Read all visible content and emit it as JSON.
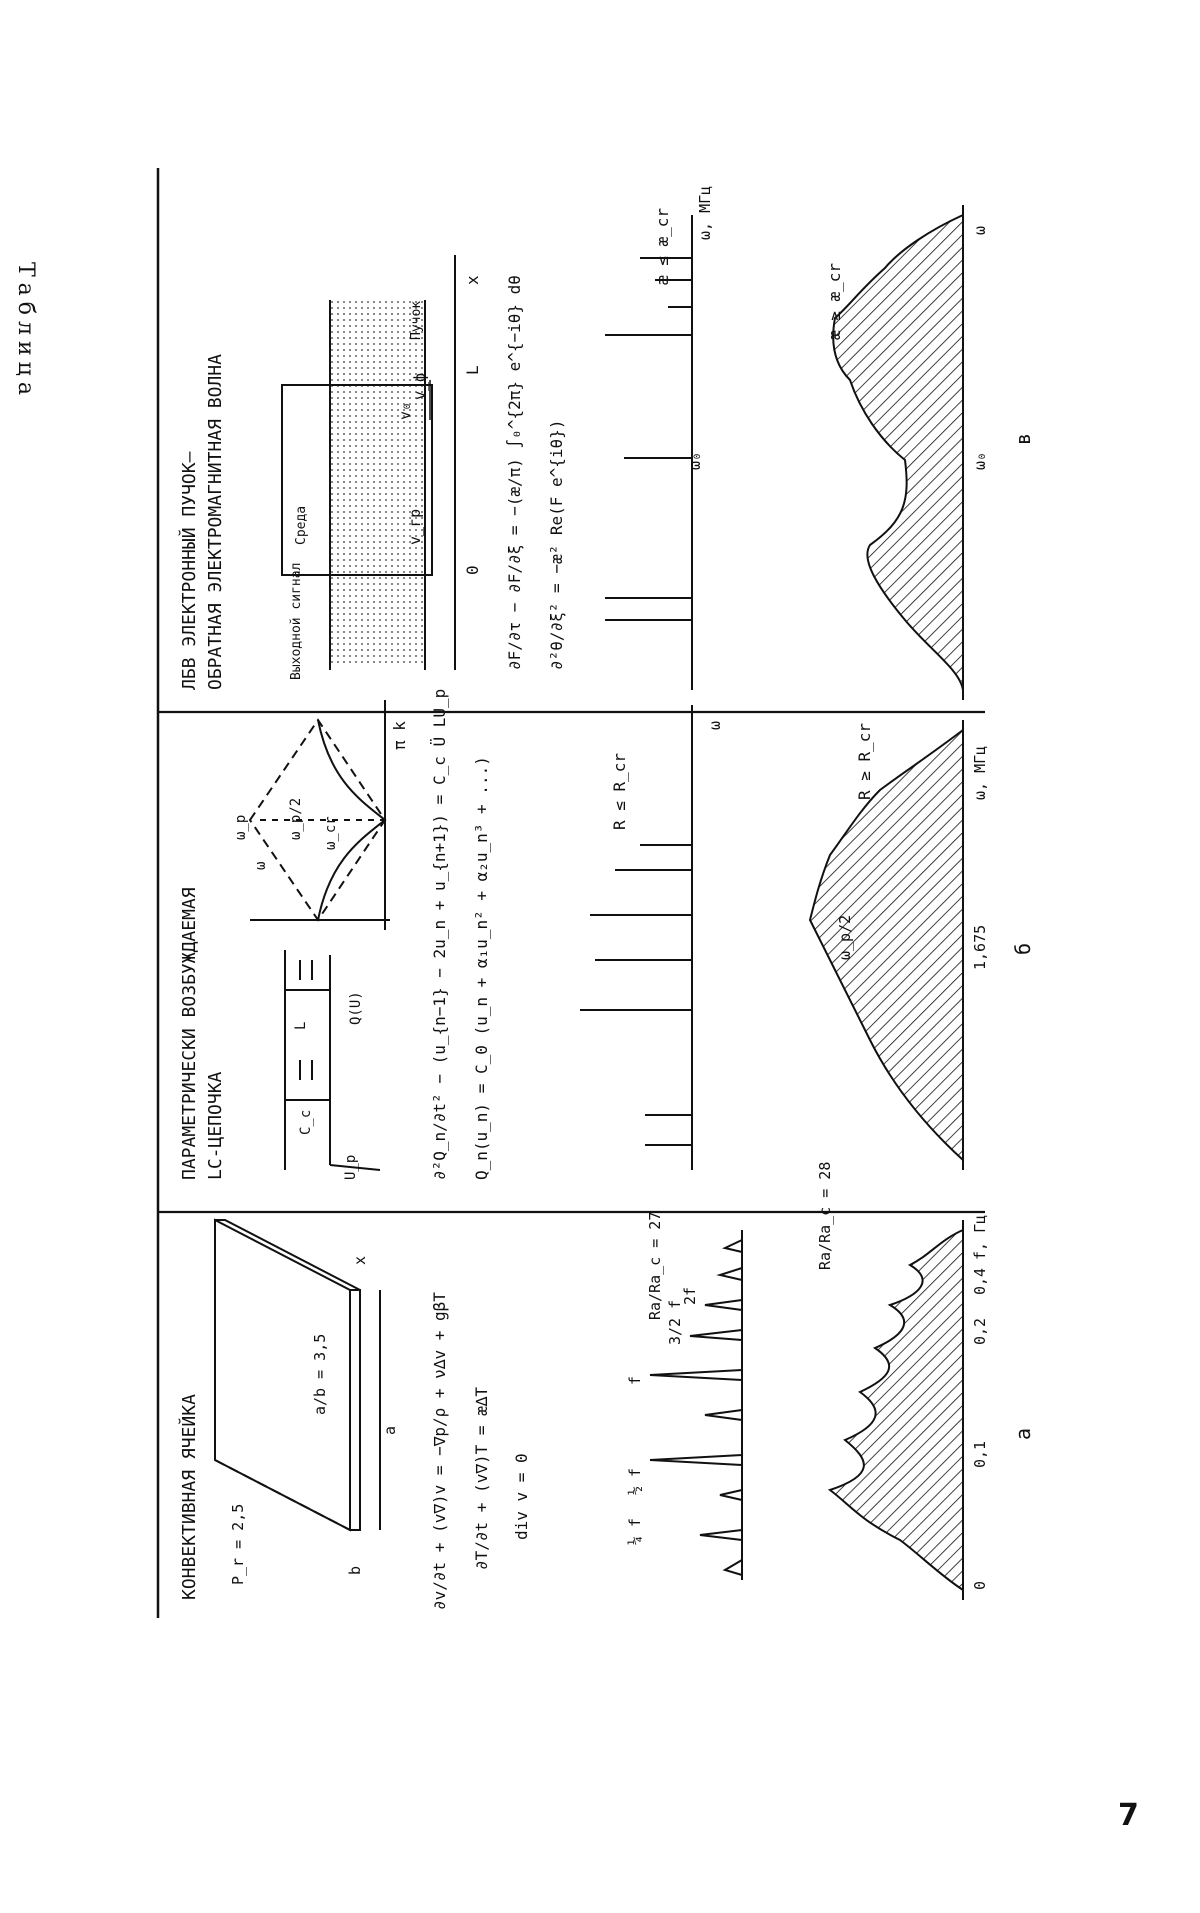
{
  "page": {
    "title": "Таблица",
    "page_number": "7"
  },
  "columns": [
    {
      "id": "convection",
      "header": "КОНВЕКТИВНАЯ ЯЧЕЙКА",
      "panel_label": "а",
      "params": {
        "pr": "P_r = 2,5",
        "ratio": "a/b = 3,5",
        "a": "a",
        "b": "b",
        "x": "x"
      },
      "equations": [
        "∂v/∂t + (v∇)v = −∇p/ρ + ν∆v + gβT",
        "∂T/∂t + (v∇)T = æ∆T",
        "div v = 0"
      ],
      "spectrum_labels": [
        "¼ f",
        "½ f",
        "f",
        "3/2 f",
        "2f",
        "Ra/Ra_c = 27",
        "Ra/Ra_c = 28"
      ],
      "axis_ticks": [
        "0",
        "0,1",
        "0,2",
        "0,4"
      ],
      "axis_unit": "f, Гц"
    },
    {
      "id": "lc_chain",
      "header": "ПАРАМЕТРИЧЕСКИ ВОЗБУЖДАЕМАЯ LC-ЦЕПОЧКА",
      "panel_label": "б",
      "params": {
        "cc": "C_c",
        "l": "L",
        "u": "U_p",
        "q": "Q(U)",
        "wp": "ω_p",
        "wp2": "ω_p/2",
        "wcr": "ω_cr",
        "omega": "ω",
        "pi_k": "π  k"
      },
      "equations": [
        "∂²Q_n/∂t² − (u_{n−1} − 2u_n + u_{n+1}) = C_c Ü LU_p",
        "Q_n(u_n) = C_0 (u_n + α₁u_n² + α₂u_n³ + ...)"
      ],
      "spectrum_labels": [
        "R ≤ R_cr",
        "R ≥ R_cr",
        "ω",
        "ω_p/2",
        "1,675"
      ],
      "axis_unit": "ω, МГц"
    },
    {
      "id": "beam",
      "header": "ЛБВ ЭЛЕКТРОННЫЙ ПУЧОК–ОБРАТНАЯ ЭЛЕКТРОМАГНИТНАЯ ВОЛНА",
      "panel_label": "в",
      "params": {
        "out": "Выходной сигнал",
        "medium": "Среда",
        "v0": "v₀",
        "vgr": "v_гр",
        "vph": "v_ф",
        "beam": "Пучок",
        "zero": "0",
        "l": "L",
        "x": "x"
      },
      "equations": [
        "∂F/∂τ − ∂F/∂ξ = −(æ/π) ∫₀^{2π} e^{−iθ} dθ",
        "∂²θ/∂ξ² = −æ² Re(F e^{iθ})"
      ],
      "spectrum_labels": [
        "æ ≤ æ_cr",
        "æ ≥ æ_cr",
        "ω₀",
        "ω"
      ],
      "axis_unit": "ω, МГц"
    }
  ]
}
